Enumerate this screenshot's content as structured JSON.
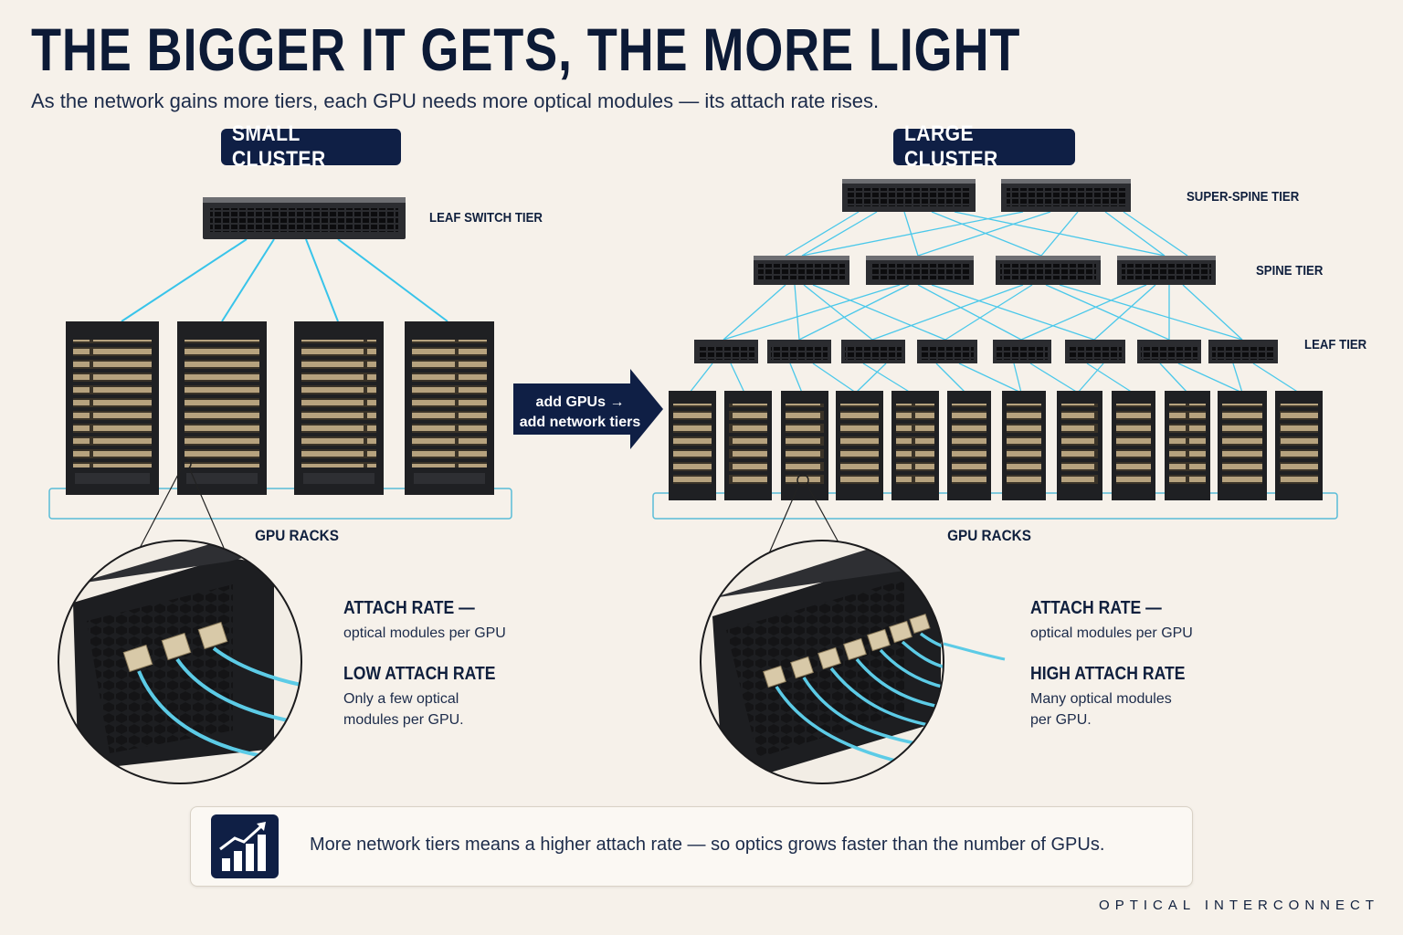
{
  "title": "THE BIGGER IT GETS, THE MORE LIGHT",
  "subtitle": "As the network gains more tiers, each GPU needs more optical modules — its attach rate rises.",
  "small": {
    "pill": "SMALL CLUSTER",
    "leaf_label": "LEAF SWITCH TIER",
    "racks_label": "GPU RACKS",
    "attach_title": "ATTACH RATE —",
    "attach_sub": "optical modules per GPU",
    "rate_title": "LOW ATTACH RATE",
    "rate_line1": "Only a few optical",
    "rate_line2": "modules per GPU."
  },
  "arrow": {
    "line1": "add GPUs →",
    "line2": "add network tiers"
  },
  "large": {
    "pill": "LARGE CLUSTER",
    "super_label": "SUPER-SPINE TIER",
    "spine_label": "SPINE TIER",
    "leaf_label": "LEAF TIER",
    "racks_label": "GPU RACKS",
    "attach_title": "ATTACH RATE —",
    "attach_sub": "optical modules per GPU",
    "rate_title": "HIGH ATTACH RATE",
    "rate_line1": "Many optical modules",
    "rate_line2": "per GPU."
  },
  "bottom": {
    "text": "More network tiers means a higher attach rate — so optics grows faster than the number of GPUs.",
    "icon": "growth-chart-icon"
  },
  "footer": "OPTICAL INTERCONNECT",
  "colors": {
    "navy": "#0f1f45",
    "fiber": "#38c4ea",
    "rack": "#1e1f22",
    "background": "#f6f1ea"
  }
}
